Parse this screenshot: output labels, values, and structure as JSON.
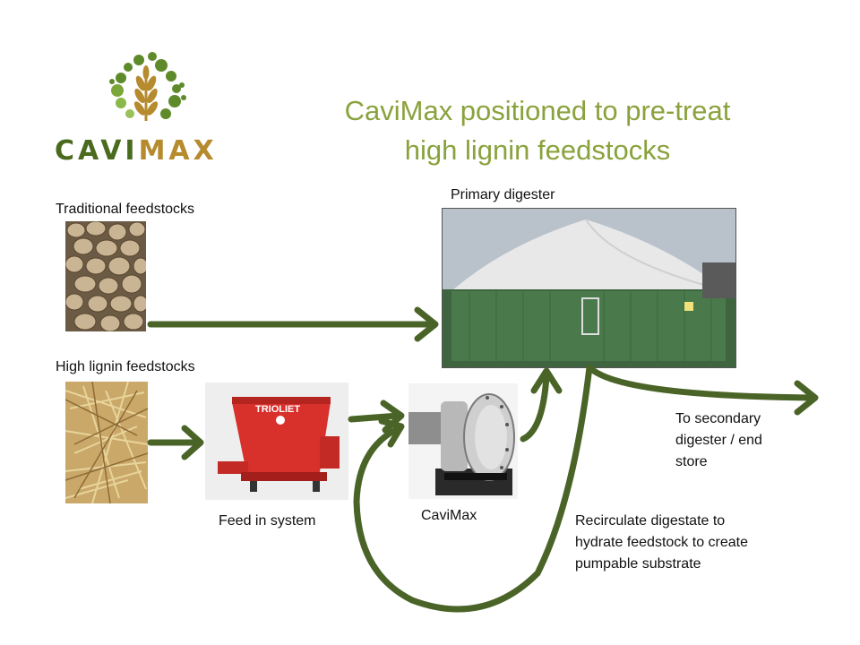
{
  "logo": {
    "word_part1": "CAVI",
    "word_part2": "MAX",
    "colors": {
      "dark": "#4a6a1e",
      "light": "#8aa23c",
      "gold": "#b58b2e"
    }
  },
  "title": {
    "line1": "CaviMax positioned to pre-treat",
    "line2": "high lignin feedstocks"
  },
  "labels": {
    "traditional": "Traditional feedstocks",
    "high_lignin": "High lignin feedstocks",
    "primary_digester": "Primary digester",
    "feed_in": "Feed in system",
    "cavimax": "CaviMax",
    "secondary": "To secondary\ndigester / end\nstore",
    "recirculate": "Recirculate digestate to\nhydrate feedstock to create\npumpable substrate"
  },
  "mixer_brand": "TRIOLIET",
  "colors": {
    "arrow": "#4a6428",
    "title": "#8aa23c"
  }
}
